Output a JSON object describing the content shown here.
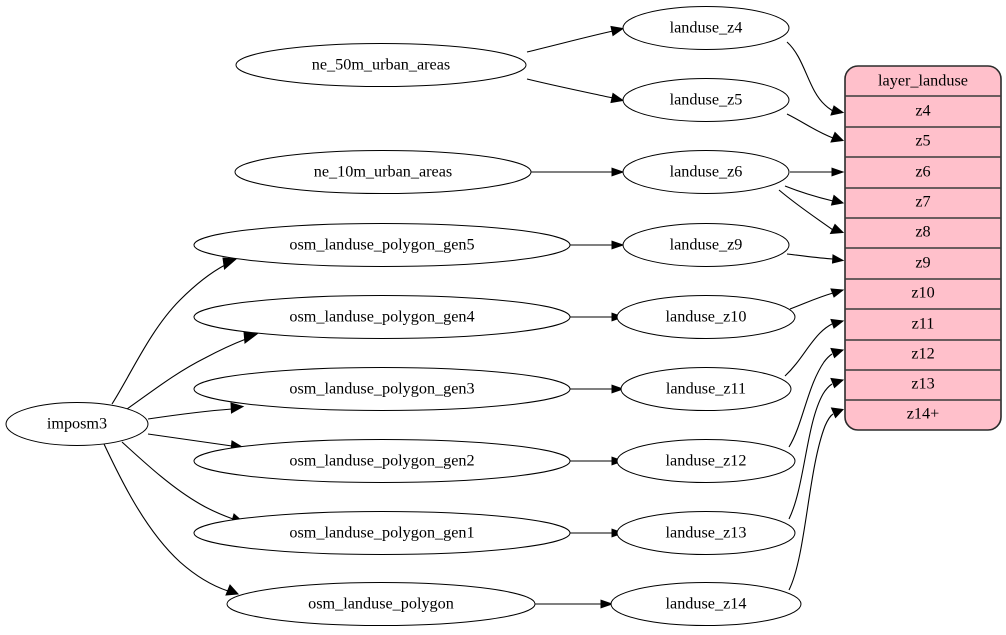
{
  "diagram": {
    "type": "directed-graph",
    "orientation": "left-to-right",
    "background_color": "#ffffff",
    "edge_color": "#000000",
    "node_fill": "#ffffff",
    "node_stroke": "#000000"
  },
  "source_node": {
    "id": "imposm3",
    "label": "imposm3"
  },
  "dataset_nodes": [
    {
      "id": "ne_50m_urban_areas",
      "label": "ne_50m_urban_areas"
    },
    {
      "id": "ne_10m_urban_areas",
      "label": "ne_10m_urban_areas"
    },
    {
      "id": "osm_landuse_polygon_gen5",
      "label": "osm_landuse_polygon_gen5"
    },
    {
      "id": "osm_landuse_polygon_gen4",
      "label": "osm_landuse_polygon_gen4"
    },
    {
      "id": "osm_landuse_polygon_gen3",
      "label": "osm_landuse_polygon_gen3"
    },
    {
      "id": "osm_landuse_polygon_gen2",
      "label": "osm_landuse_polygon_gen2"
    },
    {
      "id": "osm_landuse_polygon_gen1",
      "label": "osm_landuse_polygon_gen1"
    },
    {
      "id": "osm_landuse_polygon",
      "label": "osm_landuse_polygon"
    }
  ],
  "landuse_nodes": [
    {
      "id": "landuse_z4",
      "label": "landuse_z4"
    },
    {
      "id": "landuse_z5",
      "label": "landuse_z5"
    },
    {
      "id": "landuse_z6",
      "label": "landuse_z6"
    },
    {
      "id": "landuse_z9",
      "label": "landuse_z9"
    },
    {
      "id": "landuse_z10",
      "label": "landuse_z10"
    },
    {
      "id": "landuse_z11",
      "label": "landuse_z11"
    },
    {
      "id": "landuse_z12",
      "label": "landuse_z12"
    },
    {
      "id": "landuse_z13",
      "label": "landuse_z13"
    },
    {
      "id": "landuse_z14",
      "label": "landuse_z14"
    }
  ],
  "layer_table": {
    "title": "layer_landuse",
    "fill_color": "#ffc0cb",
    "border_color": "#2b2b2b",
    "rows": [
      {
        "id": "z4",
        "label": "z4"
      },
      {
        "id": "z5",
        "label": "z5"
      },
      {
        "id": "z6",
        "label": "z6"
      },
      {
        "id": "z7",
        "label": "z7"
      },
      {
        "id": "z8",
        "label": "z8"
      },
      {
        "id": "z9",
        "label": "z9"
      },
      {
        "id": "z10",
        "label": "z10"
      },
      {
        "id": "z11",
        "label": "z11"
      },
      {
        "id": "z12",
        "label": "z12"
      },
      {
        "id": "z13",
        "label": "z13"
      },
      {
        "id": "z14+",
        "label": "z14+"
      }
    ]
  },
  "edges": [
    {
      "from": "ne_50m_urban_areas",
      "to": "landuse_z4"
    },
    {
      "from": "ne_50m_urban_areas",
      "to": "landuse_z5"
    },
    {
      "from": "ne_10m_urban_areas",
      "to": "landuse_z6"
    },
    {
      "from": "imposm3",
      "to": "osm_landuse_polygon_gen5"
    },
    {
      "from": "imposm3",
      "to": "osm_landuse_polygon_gen4"
    },
    {
      "from": "imposm3",
      "to": "osm_landuse_polygon_gen3"
    },
    {
      "from": "imposm3",
      "to": "osm_landuse_polygon_gen2"
    },
    {
      "from": "imposm3",
      "to": "osm_landuse_polygon_gen1"
    },
    {
      "from": "imposm3",
      "to": "osm_landuse_polygon"
    },
    {
      "from": "osm_landuse_polygon_gen5",
      "to": "landuse_z9"
    },
    {
      "from": "osm_landuse_polygon_gen4",
      "to": "landuse_z10"
    },
    {
      "from": "osm_landuse_polygon_gen3",
      "to": "landuse_z11"
    },
    {
      "from": "osm_landuse_polygon_gen2",
      "to": "landuse_z12"
    },
    {
      "from": "osm_landuse_polygon_gen1",
      "to": "landuse_z13"
    },
    {
      "from": "osm_landuse_polygon",
      "to": "landuse_z14"
    },
    {
      "from": "landuse_z4",
      "to": "z4"
    },
    {
      "from": "landuse_z5",
      "to": "z5"
    },
    {
      "from": "landuse_z6",
      "to": "z6"
    },
    {
      "from": "landuse_z6",
      "to": "z7"
    },
    {
      "from": "landuse_z6",
      "to": "z8"
    },
    {
      "from": "landuse_z9",
      "to": "z9"
    },
    {
      "from": "landuse_z10",
      "to": "z10"
    },
    {
      "from": "landuse_z11",
      "to": "z11"
    },
    {
      "from": "landuse_z12",
      "to": "z12"
    },
    {
      "from": "landuse_z13",
      "to": "z13"
    },
    {
      "from": "landuse_z14",
      "to": "z14+"
    }
  ]
}
